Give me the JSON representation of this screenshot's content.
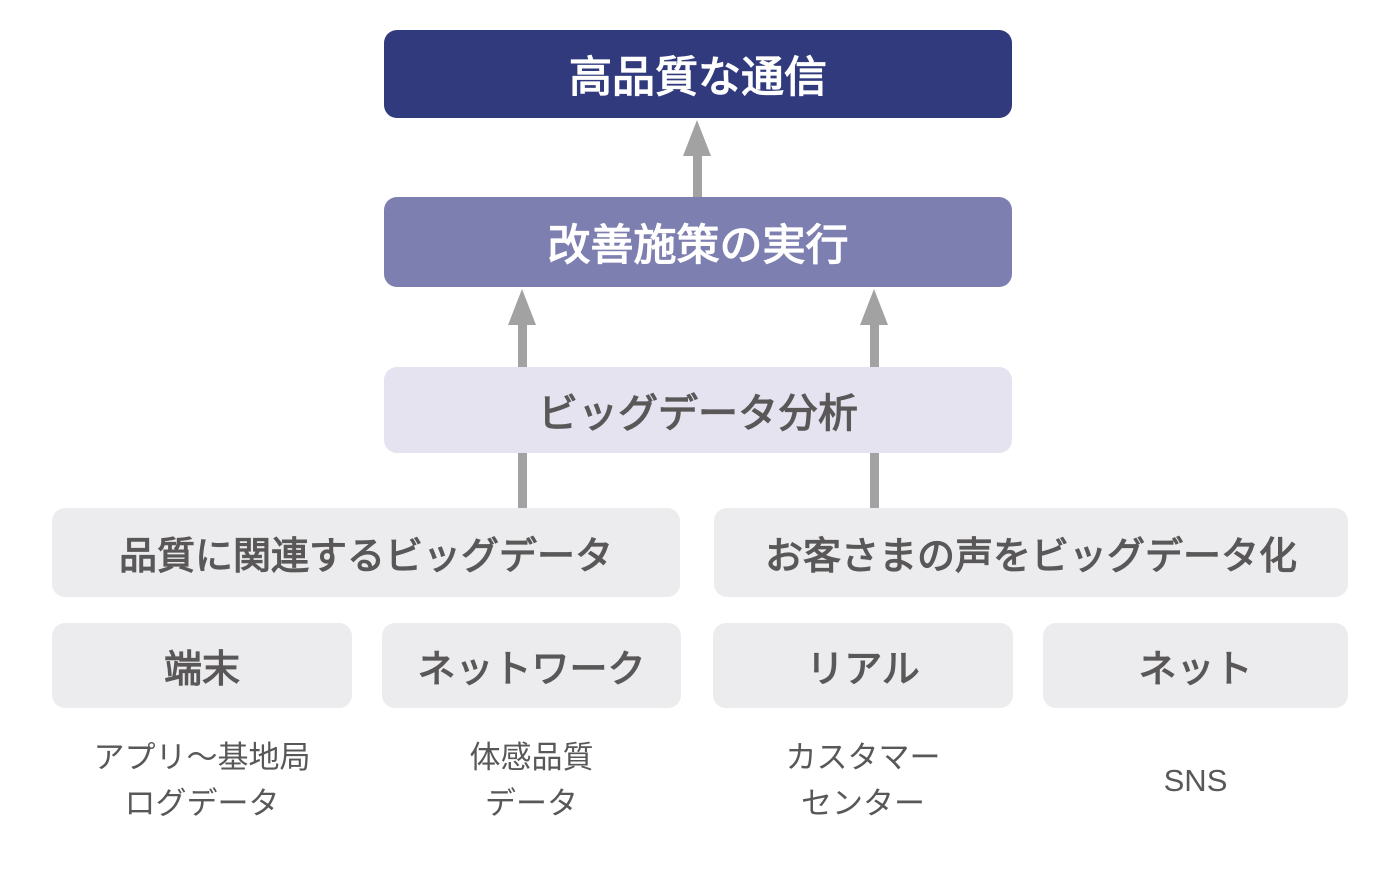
{
  "diagram": {
    "goal_box": {
      "label": "高品質な通信"
    },
    "action_box": {
      "label": "改善施策の実行"
    },
    "analysis_box": {
      "label": "ビッグデータ分析"
    },
    "data_boxes": [
      {
        "label": "品質に関連するビッグデータ"
      },
      {
        "label": "お客さまの声をビッグデータ化"
      }
    ],
    "source_boxes": [
      {
        "label": "端末"
      },
      {
        "label": "ネットワーク"
      },
      {
        "label": "リアル"
      },
      {
        "label": "ネット"
      }
    ],
    "source_labels": [
      {
        "lines": [
          "アプリ～基地局",
          "ログデータ"
        ]
      },
      {
        "lines": [
          "体感品質",
          "データ"
        ]
      },
      {
        "lines": [
          "カスタマー",
          "センター"
        ]
      },
      {
        "lines": [
          "SNS"
        ]
      }
    ],
    "colors": {
      "goal_bg": "#303a7c",
      "action_bg": "#7e7fb1",
      "analysis_bg": "#e4e3ef",
      "gray_box_bg": "#ececee",
      "arrow": "#a2a2a2",
      "text_dark": "#595757",
      "text_light": "#ffffff"
    }
  }
}
